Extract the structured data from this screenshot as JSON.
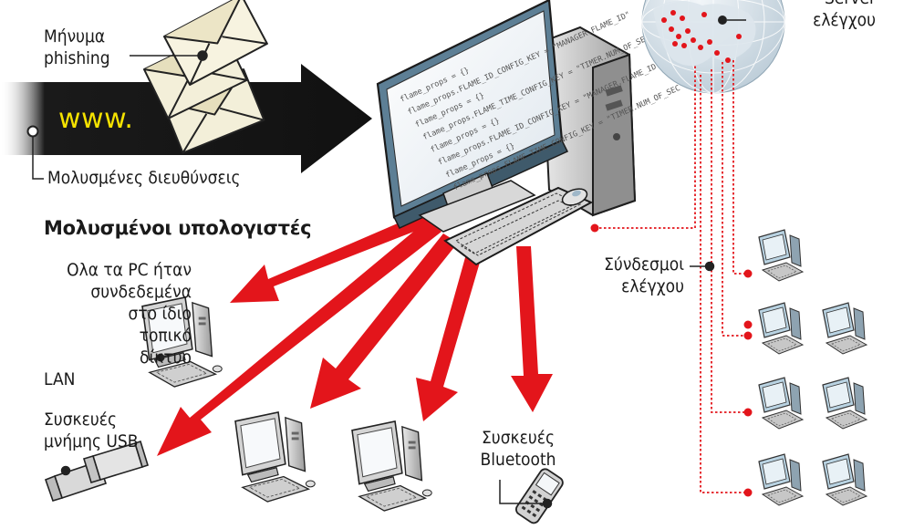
{
  "labels": {
    "phishing_msg": "Μήνυμα phishing",
    "www": "www.",
    "infected_urls": "Μολυσμένες διευθύνσεις",
    "infected_pcs_heading": "Μολυσμένοι υπολογιστές",
    "lan_note": [
      "Ολα τα PC ήταν",
      "συνδεδεμένα",
      "στο ίδιο",
      "τοπικό",
      "δίκτυο",
      "LAN"
    ],
    "usb": [
      "Συσκευές",
      "μνήμης USB"
    ],
    "bluetooth": [
      "Συσκευές",
      "Bluetooth"
    ],
    "control_links": [
      "Σύνδεσμοι",
      "ελέγχου"
    ],
    "control_server": [
      "Server",
      "ελέγχου"
    ]
  },
  "screen_code": [
    "flame_props = {}",
    "flame_props.FLAME_ID_CONFIG_KEY = \"MANAGER.FLAME_ID\"",
    "flame_props = {}",
    "flame_props.FLAME_TIME_CONFIG_KEY = \"TIMER.NUM_OF_SEC",
    "flame_props = {}",
    "flame_props.FLAME_ID_CONFIG_KEY = \"MANAGER.FLAME_ID\"",
    "flame_props = {}",
    "flame_props.FLAME_TIME_CONFIG_KEY = \"TIMER.NUM_OF_SEC"
  ],
  "colors": {
    "arrow_red": "#e3151b",
    "dotted_red": "#e3151b",
    "www_yellow": "#f4e200",
    "globe_blue": "#cfdde7",
    "pc_blue": "#b9d3e2",
    "pc_grey": "#9a9a9a"
  }
}
